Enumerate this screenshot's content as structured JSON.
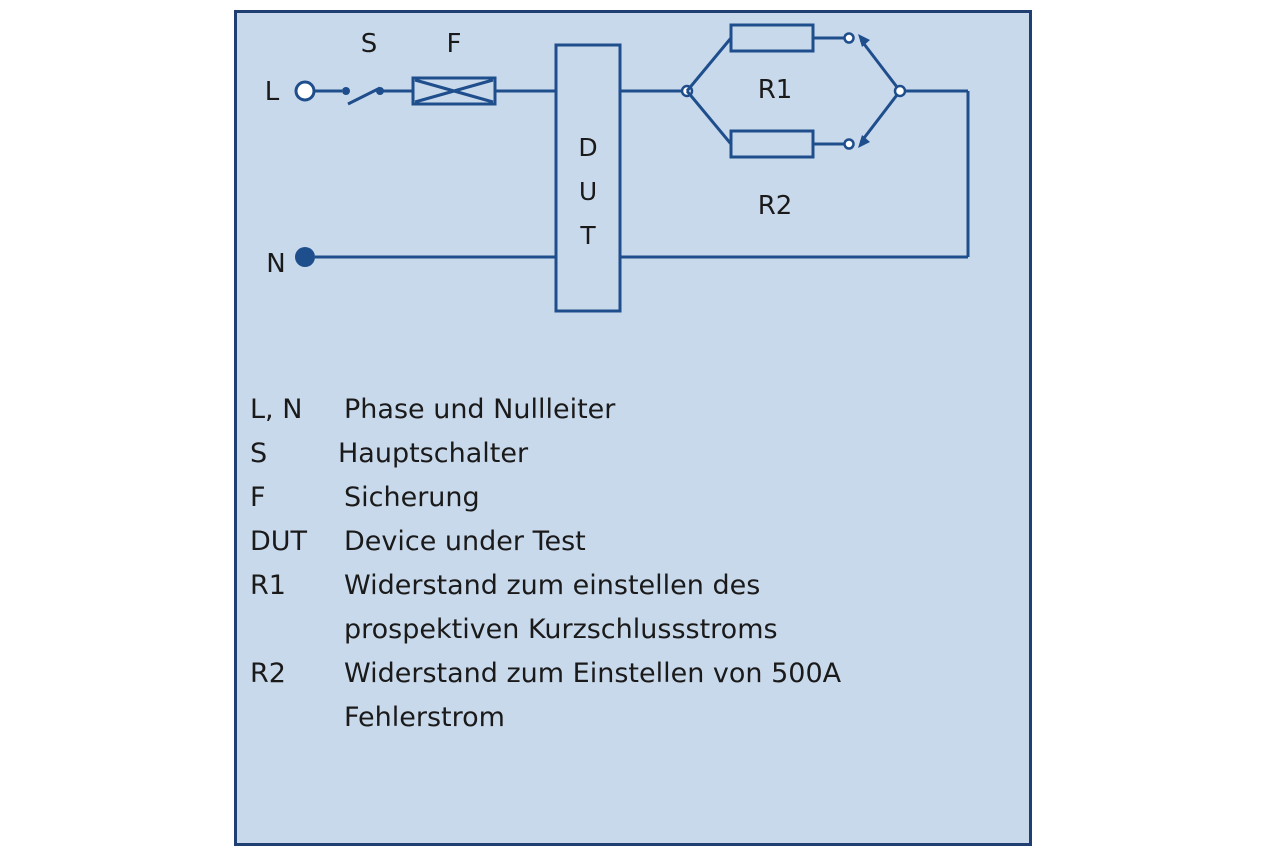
{
  "diagram": {
    "labels": {
      "L": "L",
      "N": "N",
      "S": "S",
      "F": "F",
      "R1": "R1",
      "R2": "R2"
    },
    "dut_letters": [
      "D",
      "U",
      "T"
    ]
  },
  "legend": [
    {
      "abbr": "L, N",
      "desc": "Phase und Nullleiter"
    },
    {
      "abbr": "S",
      "desc": "Hauptschalter"
    },
    {
      "abbr": "F",
      "desc": "Sicherung"
    },
    {
      "abbr": "DUT",
      "desc": "Device under Test"
    },
    {
      "abbr": "R1",
      "desc": "Widerstand zum einstellen des\nprospektiven Kurzschlussstroms"
    },
    {
      "abbr": "R2",
      "desc": "Widerstand zum Einstellen von 500A\nFehlerstrom"
    }
  ]
}
